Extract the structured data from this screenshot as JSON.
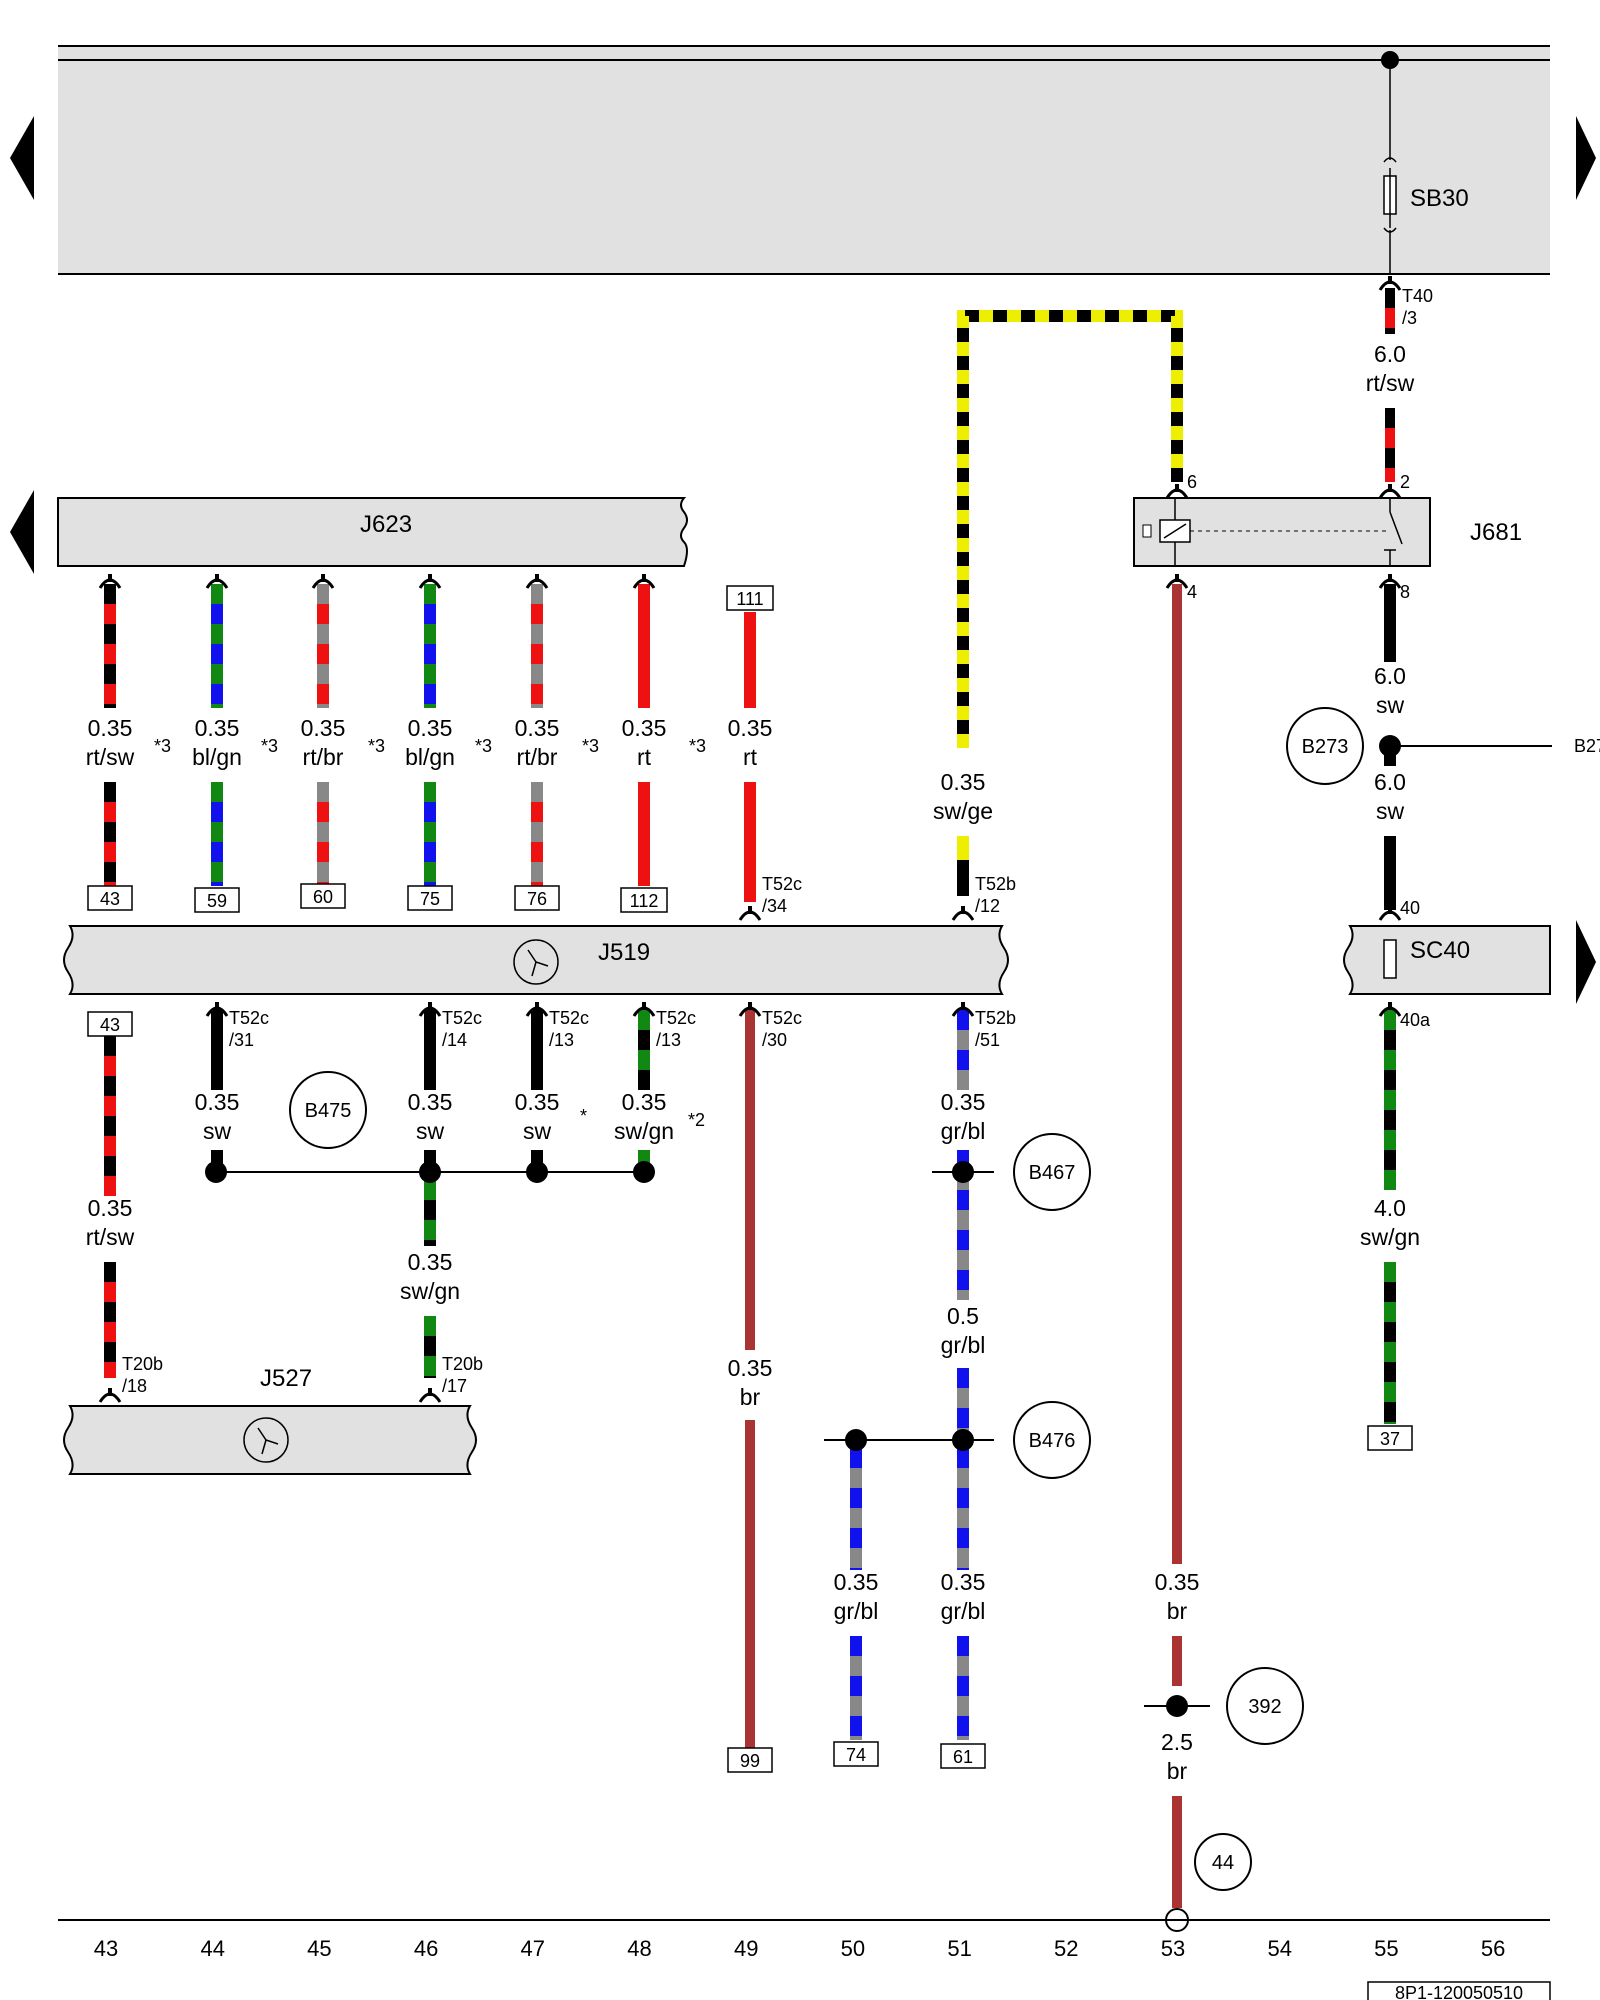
{
  "colors": {
    "sw": "#000000",
    "rt": "#ee1111",
    "bl": "#1111ee",
    "gn": "#118811",
    "gr": "#888888",
    "br": "#aa3333",
    "ge": "#eeee00",
    "panel": "#e1e1e1",
    "background": "#ffffff"
  },
  "components": {
    "sb30": "SB30",
    "j623": "J623",
    "j681": "J681",
    "j519": "J519",
    "sc40": "SC40",
    "j527": "J527"
  },
  "connectors": {
    "t40_3": [
      "T40",
      "/3"
    ],
    "t52c_34": [
      "T52c",
      "/34"
    ],
    "t52b_12": [
      "T52b",
      "/12"
    ],
    "t52c_31": [
      "T52c",
      "/31"
    ],
    "t52c_14": [
      "T52c",
      "/14"
    ],
    "t52c_13a": [
      "T52c",
      "/13"
    ],
    "t52c_13b": [
      "T52c",
      "/13"
    ],
    "t52c_30": [
      "T52c",
      "/30"
    ],
    "t52b_51": [
      "T52b",
      "/51"
    ],
    "t20b_18": [
      "T20b",
      "/18"
    ],
    "t20b_17": [
      "T20b",
      "/17"
    ]
  },
  "pins": {
    "j681_6": "6",
    "j681_2": "2",
    "j681_4": "4",
    "j681_8": "8",
    "sc40_40": "40",
    "sc40_40a": "40a"
  },
  "wires": {
    "w43_top": [
      "0.35",
      "rt/sw"
    ],
    "w44_top": [
      "0.35",
      "bl/gn"
    ],
    "w45_top": [
      "0.35",
      "rt/br"
    ],
    "w46_top": [
      "0.35",
      "bl/gn"
    ],
    "w47_top": [
      "0.35",
      "rt/br"
    ],
    "w48_top": [
      "0.35",
      "rt"
    ],
    "w49_top": [
      "0.35",
      "rt"
    ],
    "w51_top": [
      "0.35",
      "sw/ge"
    ],
    "w55_a": [
      "6.0",
      "rt/sw"
    ],
    "w55_b": [
      "6.0",
      "sw"
    ],
    "w55_c": [
      "6.0",
      "sw"
    ],
    "w55_d": [
      "4.0",
      "sw/gn"
    ],
    "w43_low": [
      "0.35",
      "rt/sw"
    ],
    "w44_low": [
      "0.35",
      "sw"
    ],
    "w46_low": [
      "0.35",
      "sw"
    ],
    "w47_low": [
      "0.35",
      "sw"
    ],
    "w48_low": [
      "0.35",
      "sw/gn"
    ],
    "w46_bot": [
      "0.35",
      "sw/gn"
    ],
    "w49_low": [
      "0.35",
      "br"
    ],
    "w51_low": [
      "0.35",
      "gr/bl"
    ],
    "w51_mid": [
      "0.5",
      "gr/bl"
    ],
    "w50_bot": [
      "0.35",
      "gr/bl"
    ],
    "w51_bot": [
      "0.35",
      "gr/bl"
    ],
    "w53_a": [
      "0.35",
      "br"
    ],
    "w53_b": [
      "2.5",
      "br"
    ]
  },
  "notes": {
    "n3a": "*3",
    "n3b": "*3",
    "n3c": "*3",
    "n3d": "*3",
    "n3e": "*3",
    "n3f": "*3",
    "star": "*",
    "n2": "*2"
  },
  "boxes": {
    "b111": "111",
    "b43a": "43",
    "b59": "59",
    "b60": "60",
    "b75": "75",
    "b76": "76",
    "b112": "112",
    "b43b": "43",
    "b99": "99",
    "b74": "74",
    "b61": "61",
    "b37": "37"
  },
  "circles": {
    "b273": "B273",
    "b475": "B475",
    "b467": "B467",
    "b476": "B476",
    "c392": "392",
    "c44": "44"
  },
  "offpage": {
    "b27": "B27"
  },
  "columns": [
    "43",
    "44",
    "45",
    "46",
    "47",
    "48",
    "49",
    "50",
    "51",
    "52",
    "53",
    "54",
    "55",
    "56"
  ],
  "footer": {
    "code": "8P1-120050510"
  }
}
